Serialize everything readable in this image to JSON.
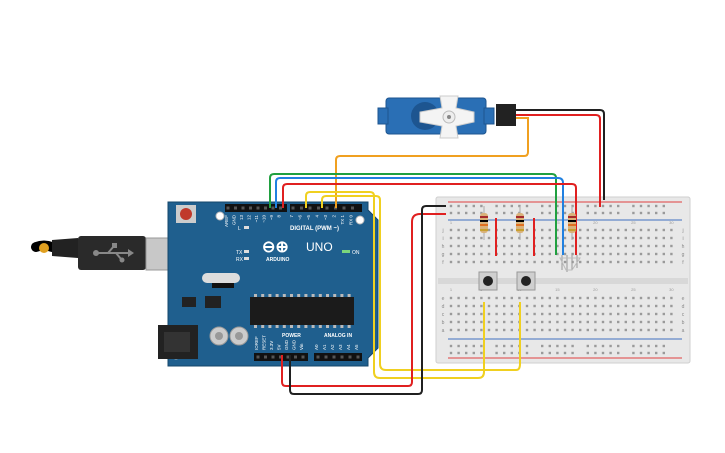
{
  "colors": {
    "board": "#1f5f8e",
    "board_dark": "#16476b",
    "breadboard": "#e8e8e8",
    "rail_red": "#e04040",
    "rail_blue": "#4070c0",
    "wire_orange": "#f0a020",
    "wire_green": "#20a040",
    "wire_red": "#e02020",
    "wire_blue": "#2080e0",
    "wire_black": "#202020",
    "wire_yellow": "#f0d020",
    "servo_blue": "#2a6fb5"
  },
  "arduino": {
    "logo_symbol": "⊖⊕",
    "brand": "ARDUINO",
    "model": "UNO",
    "digital_label": "DIGITAL (PWM ~)",
    "power_label": "POWER",
    "analog_label": "ANALOG IN",
    "on_label": "ON",
    "tx_label": "TX",
    "rx_label": "RX",
    "l_label": "L",
    "digital_pins": [
      "AREF",
      "GND",
      "13",
      "12",
      "~11",
      "~10",
      "~9",
      "8",
      "7",
      "~6",
      "~5",
      "4",
      "~3",
      "2",
      "TX 1",
      "RX 0"
    ],
    "power_pins": [
      "IOREF",
      "RESET",
      "3.3V",
      "5V",
      "GND",
      "GND",
      "Vin"
    ],
    "analog_pins": [
      "A0",
      "A1",
      "A2",
      "A3",
      "A4",
      "A5"
    ]
  },
  "breadboard": {
    "top_letters": [
      "j",
      "i",
      "h",
      "g",
      "f"
    ],
    "bottom_letters": [
      "e",
      "d",
      "c",
      "b",
      "a"
    ],
    "columns": [
      "1",
      "",
      "",
      "",
      "5",
      "",
      "",
      "",
      "",
      "10",
      "",
      "",
      "",
      "",
      "15",
      "",
      "",
      "",
      "",
      "20",
      "",
      "",
      "",
      "",
      "25",
      "",
      "",
      "",
      "",
      "30"
    ]
  },
  "icons": {
    "usb": "usb-plug-icon",
    "servo": "servo-motor-icon",
    "button": "pushbutton-icon",
    "resistor": "resistor-icon",
    "led": "led-icon"
  }
}
